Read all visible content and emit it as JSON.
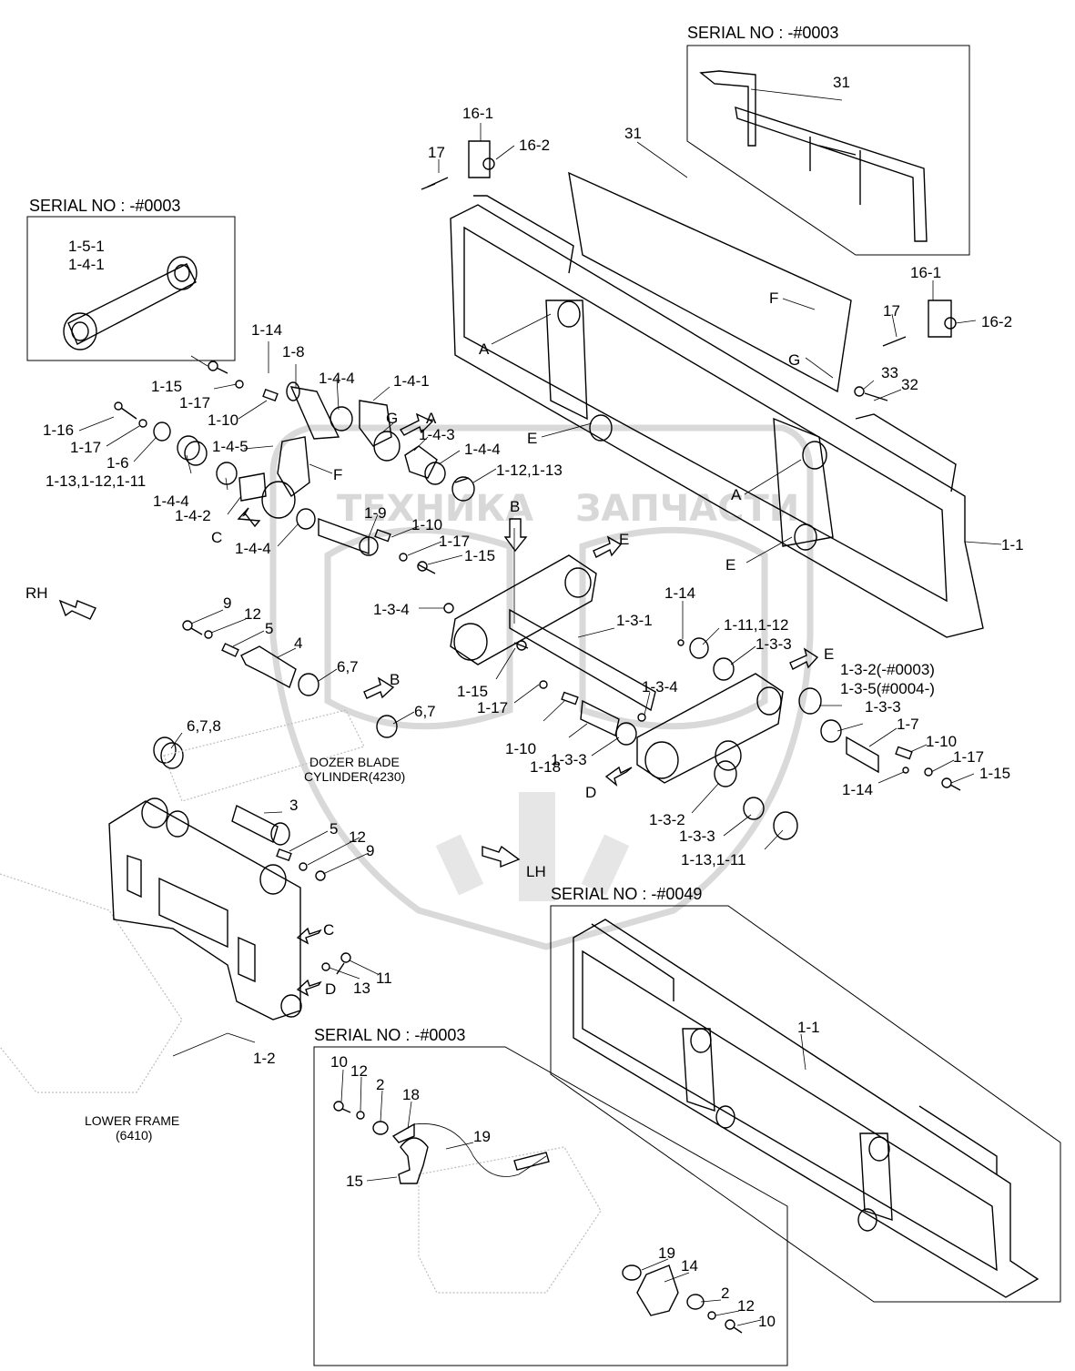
{
  "diagram": {
    "serial_boxes": [
      {
        "key": "top_right",
        "text": "SERIAL NO : -#0003"
      },
      {
        "key": "top_left",
        "text": "SERIAL NO : -#0003"
      },
      {
        "key": "bottom_right",
        "text": "SERIAL NO : -#0049"
      },
      {
        "key": "bottom_middle",
        "text": "SERIAL NO : -#0003"
      }
    ],
    "watermark": {
      "left": "ТЕХНИКА",
      "right": "ЗАПЧАСТИ"
    },
    "captions": {
      "cylinder_line1": "DOZER BLADE",
      "cylinder_line2": "CYLINDER(4230)",
      "frame_line1": "LOWER FRAME",
      "frame_line2": "(6410)"
    },
    "direction_labels": {
      "rh": "RH",
      "lh": "LH"
    },
    "labels": [
      "31",
      "31",
      "16-1",
      "16-2",
      "17",
      "16-1",
      "17",
      "16-2",
      "33",
      "32",
      "F",
      "G",
      "A",
      "E",
      "A",
      "E",
      "1-1",
      "1-5-1",
      "1-4-1",
      "1-14",
      "1-8",
      "1-15",
      "1-17",
      "1-10",
      "1-16",
      "1-17",
      "1-6",
      "1-4-4",
      "1-4-1",
      "G",
      "A",
      "1-4-3",
      "1-4-4",
      "1-4-5",
      "1-13,1-12,1-11",
      "1-4-4",
      "1-4-2",
      "F",
      "C",
      "1-4-4",
      "1-9",
      "1-10",
      "1-17",
      "1-15",
      "1-12,1-13",
      "B",
      "E",
      "9",
      "12",
      "5",
      "4",
      "6,7",
      "B",
      "6,7",
      "1-3-4",
      "1-3-1",
      "1-14",
      "1-11,1-12",
      "1-3-3",
      "E",
      "1-3-2(-#0003)",
      "1-3-5(#0004-)",
      "1-3-3",
      "1-15",
      "1-17",
      "1-3-4",
      "1-10",
      "1-18",
      "1-3-3",
      "1-7",
      "1-10",
      "1-17",
      "1-15",
      "1-14",
      "D",
      "1-3-2",
      "1-3-3",
      "1-13,1-11",
      "6,7,8",
      "3",
      "5",
      "12",
      "9",
      "C",
      "D",
      "13",
      "11",
      "1-2",
      "1-1",
      "10",
      "12",
      "2",
      "18",
      "19",
      "15",
      "19",
      "14",
      "2",
      "12",
      "10"
    ]
  }
}
